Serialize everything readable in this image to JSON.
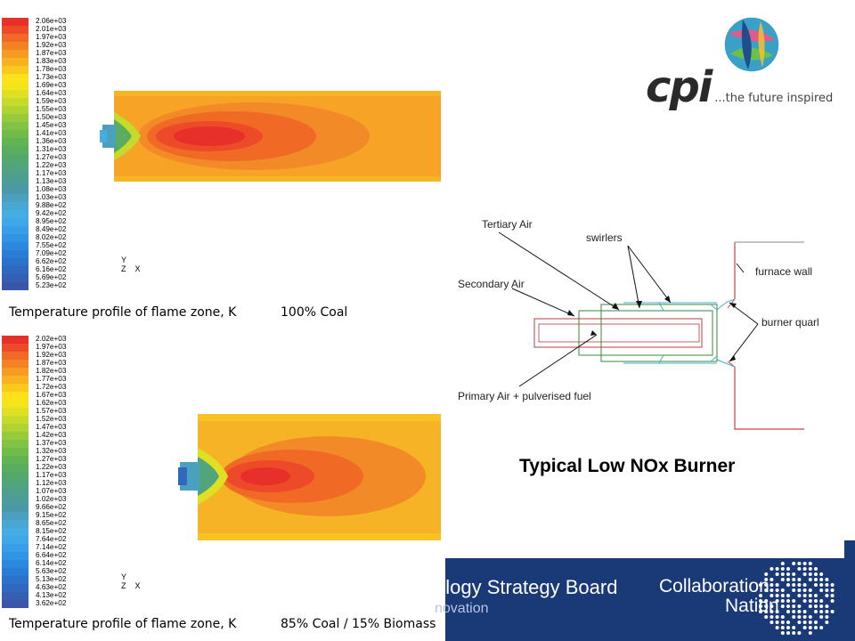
{
  "panel_top": {
    "legend_values": [
      "2.06e+03",
      "2.01e+03",
      "1.97e+03",
      "1.92e+03",
      "1.87e+03",
      "1.83e+03",
      "1.78e+03",
      "1.73e+03",
      "1.69e+03",
      "1.64e+03",
      "1.59e+03",
      "1.55e+03",
      "1.50e+03",
      "1.45e+03",
      "1.41e+03",
      "1.36e+03",
      "1.31e+03",
      "1.27e+03",
      "1.22e+03",
      "1.17e+03",
      "1.13e+03",
      "1.08e+03",
      "1.03e+03",
      "9.88e+02",
      "9.42e+02",
      "8.95e+02",
      "8.49e+02",
      "8.02e+02",
      "7.55e+02",
      "7.09e+02",
      "6.62e+02",
      "6.16e+02",
      "5.69e+02",
      "5.23e+02"
    ],
    "caption": "Temperature profile of flame zone, K",
    "condition": "100% Coal",
    "axis_y": "Y",
    "axis_z": "Z",
    "axis_x": "X"
  },
  "panel_bottom": {
    "legend_values": [
      "2.02e+03",
      "1.97e+03",
      "1.92e+03",
      "1.87e+03",
      "1.82e+03",
      "1.77e+03",
      "1.72e+03",
      "1.67e+03",
      "1.62e+03",
      "1.57e+03",
      "1.52e+03",
      "1.47e+03",
      "1.42e+03",
      "1.37e+03",
      "1.32e+03",
      "1.27e+03",
      "1.22e+03",
      "1.17e+03",
      "1.12e+03",
      "1.07e+03",
      "1.02e+03",
      "9.66e+02",
      "9.15e+02",
      "8.65e+02",
      "8.15e+02",
      "7.64e+02",
      "7.14e+02",
      "6.64e+02",
      "6.14e+02",
      "5.63e+02",
      "5.13e+02",
      "4.63e+02",
      "4.13e+02",
      "3.62e+02"
    ],
    "caption": "Temperature profile of flame zone, K",
    "condition": "85% Coal / 15% Biomass",
    "axis_y": "Y",
    "axis_z": "Z",
    "axis_x": "X"
  },
  "legend_colors": [
    "#e8302a",
    "#ec4a28",
    "#f06a25",
    "#f38224",
    "#f79a22",
    "#f9b21f",
    "#fbc81c",
    "#fde11a",
    "#f4e41c",
    "#dfe024",
    "#c6da2c",
    "#aed333",
    "#97cb3b",
    "#82c343",
    "#70bb4a",
    "#62b452",
    "#5aad5e",
    "#55a86c",
    "#52a47b",
    "#4fa08a",
    "#4d9c99",
    "#4b99a8",
    "#4aa0be",
    "#48a8d2",
    "#45ade2",
    "#3fa8e8",
    "#389ee7",
    "#3193e4",
    "#2b88df",
    "#2a7dd6",
    "#2c72cb",
    "#3068bf",
    "#345fb3",
    "#3a56a6"
  ],
  "logo": {
    "wordmark": "cpi",
    "tagline": "...the future inspired"
  },
  "burner": {
    "title": "Typical Low NOx Burner",
    "labels": {
      "tertiary": "Tertiary Air",
      "swirlers": "swirlers",
      "furnace_wall": "furnace wall",
      "secondary": "Secondary Air",
      "burner_quarl": "burner quarl",
      "primary": "Primary Air + pulverised fuel"
    }
  },
  "banner": {
    "tsb_line1": "ology Strategy Board",
    "tsb_line2": "novation",
    "cn_line1": "Collaboration",
    "cn_line2": "Nation"
  },
  "colors": {
    "banner_bg": "#1a3a77",
    "flame_hot": "#e8302a",
    "flame_warm": "#f5a623"
  }
}
